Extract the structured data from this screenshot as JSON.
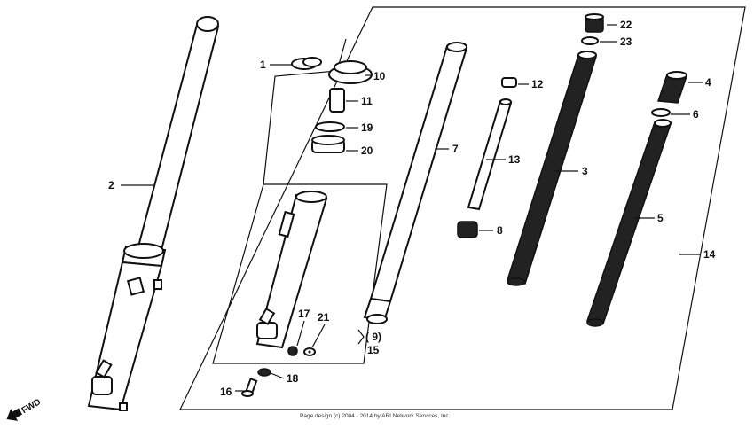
{
  "labels": {
    "p1": "1",
    "p2": "2",
    "p3": "3",
    "p4": "4",
    "p5": "5",
    "p6": "6",
    "p7": "7",
    "p8": "8",
    "p9": "( 9)",
    "p10": "10",
    "p11": "11",
    "p12": "12",
    "p13": "13",
    "p14": "14",
    "p15": "15",
    "p16": "16",
    "p17": "17",
    "p18": "18",
    "p19": "19",
    "p20": "20",
    "p21": "21",
    "p22": "22",
    "p23": "23"
  },
  "direction": "FWD",
  "footer": "Page design (c) 2004 - 2014 by ARI Network Services, Inc."
}
